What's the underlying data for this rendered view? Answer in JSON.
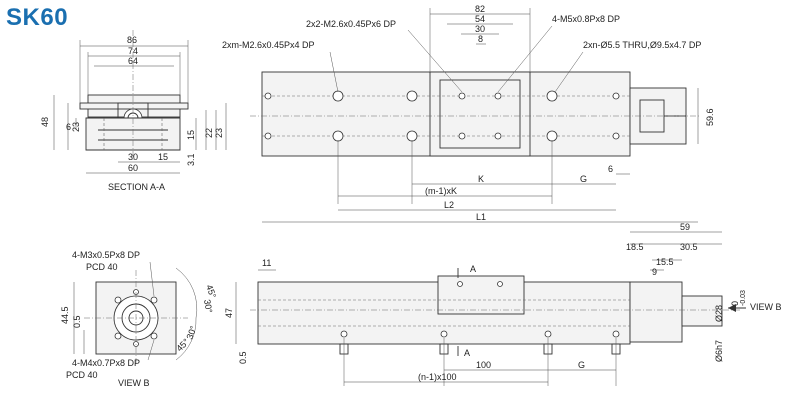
{
  "title": "SK60",
  "section_view": {
    "caption": "SECTION A-A",
    "dims": {
      "w86": "86",
      "w74": "74",
      "w64": "64",
      "h48": "48",
      "h6": "6",
      "h23a": "23",
      "h22": "22",
      "h23b": "23",
      "w30": "30",
      "w15": "15",
      "w60": "60",
      "h3_1": "3.1",
      "h15": "15"
    }
  },
  "top_view": {
    "callouts": {
      "tap_2x2": "2x2-M2.6x0.45Px6 DP",
      "tap_4": "4-M5x0.8Px8 DP",
      "tap_2xm": "2xm-M2.6x0.45Px4 DP",
      "thru_2xn": "2xn-Ø5.5 THRU,Ø9.5x4.7 DP"
    },
    "dims": {
      "d82": "82",
      "d54": "54",
      "d30": "30",
      "d8": "8",
      "d59_6": "59.6",
      "d6": "6",
      "K": "K",
      "G": "G",
      "m1K": "(m-1)xK",
      "L2": "L2",
      "L1": "L1"
    }
  },
  "end_view": {
    "caption": "VIEW B",
    "callouts": {
      "tap_m3": "4-M3x0.5Px8 DP",
      "pcd_top": "PCD 40",
      "tap_m4": "4-M4x0.7Px8 DP",
      "pcd_bot": "PCD 40"
    },
    "dims": {
      "d44_5": "44.5",
      "d0_5": "0.5",
      "d30a": "30°",
      "d45a": "45°",
      "d30b": "30°",
      "d45b": "45°"
    }
  },
  "side_view": {
    "view_b_label": "VIEW B",
    "section_marks": {
      "top": "A",
      "bottom": "A"
    },
    "dims": {
      "d59": "59",
      "d18_5": "18.5",
      "d30_5": "30.5",
      "d15_5": "15.5",
      "d9": "9",
      "d11": "11",
      "d47": "47",
      "d0_5": "0.5",
      "d100": "100",
      "G": "G",
      "n1x100": "(n-1)x100",
      "shaft": "Ø6h7",
      "shaft2": "Ø28",
      "tol_top": "0",
      "tol_bot": "-0.03"
    }
  }
}
